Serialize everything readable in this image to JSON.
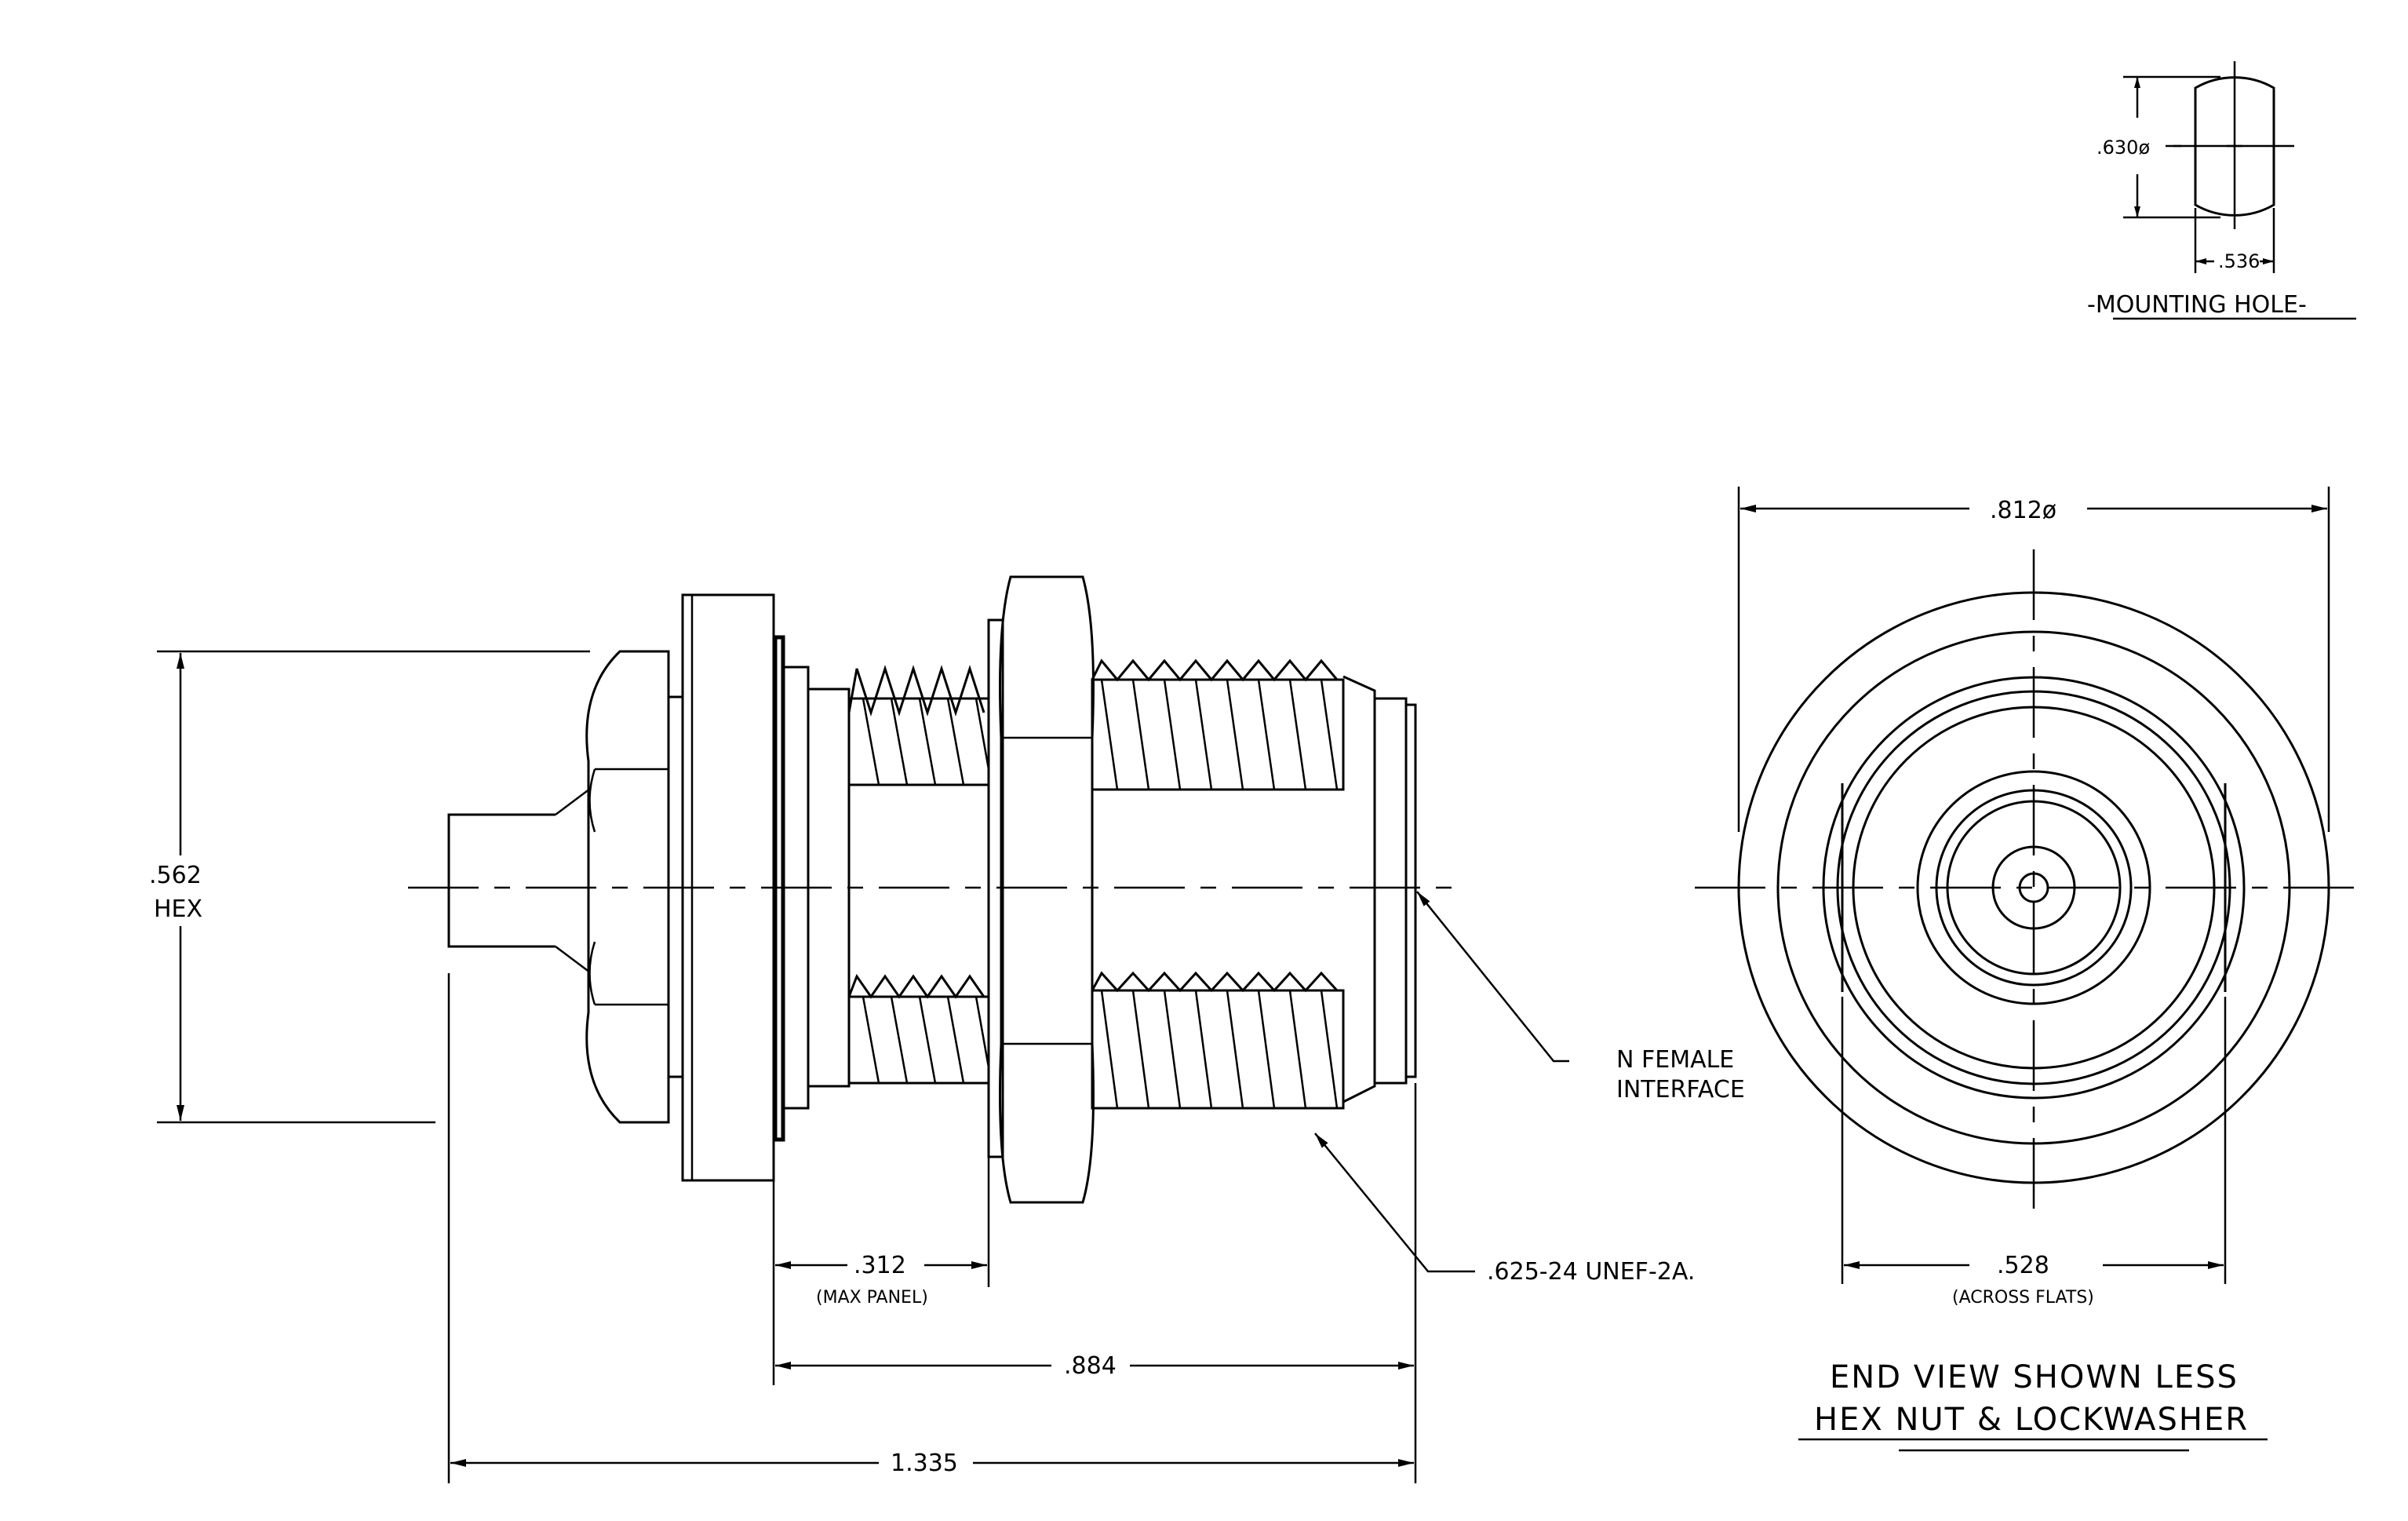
{
  "mounting_hole": {
    "dim_flat_diameter": ".630ø",
    "dim_width": ".536",
    "title": "-MOUNTING HOLE-"
  },
  "end_view": {
    "dim_outer_diameter": ".812ø",
    "dim_across_flats": ".528",
    "dim_across_flats_note": "(ACROSS FLATS)",
    "caption_line1": "END VIEW SHOWN LESS",
    "caption_line2": "HEX NUT & LOCKWASHER"
  },
  "side_view": {
    "dim_hex": ".562",
    "dim_hex_note": "HEX",
    "dim_panel": ".312",
    "dim_panel_note": "(MAX PANEL)",
    "dim_length_body": ".884",
    "dim_length_total": "1.335",
    "callout_interface_line1": "N FEMALE",
    "callout_interface_line2": "INTERFACE",
    "callout_thread": ".625-24 UNEF-2A."
  }
}
